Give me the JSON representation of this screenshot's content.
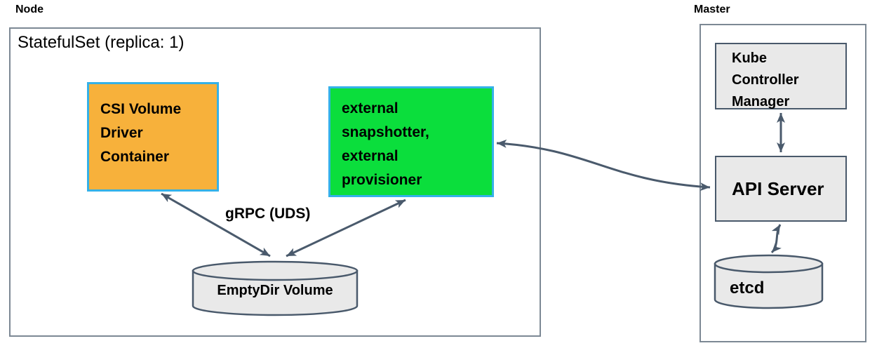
{
  "node": {
    "label": "Node",
    "statefulset_title": "StatefulSet (replica: 1)",
    "csi_container_label": "CSI Volume Driver Container",
    "sidecar_label": "external snapshotter, external provisioner",
    "grpc_label": "gRPC (UDS)",
    "emptydir_label": "EmptyDir Volume"
  },
  "master": {
    "label": "Master",
    "kube_controller_manager_label": "Kube Controller Manager",
    "api_server_label": "API Server",
    "etcd_label": "etcd"
  },
  "colors": {
    "csi-fill": "#F7B13B",
    "sidecar-fill": "#0BDE3C",
    "blue-border": "#35B1E8",
    "gray-fill": "#E9E9E9",
    "slate-border": "#49596B",
    "outer-border": "#7C8894",
    "arrow": "#4A5A6C",
    "text": "#000000"
  }
}
